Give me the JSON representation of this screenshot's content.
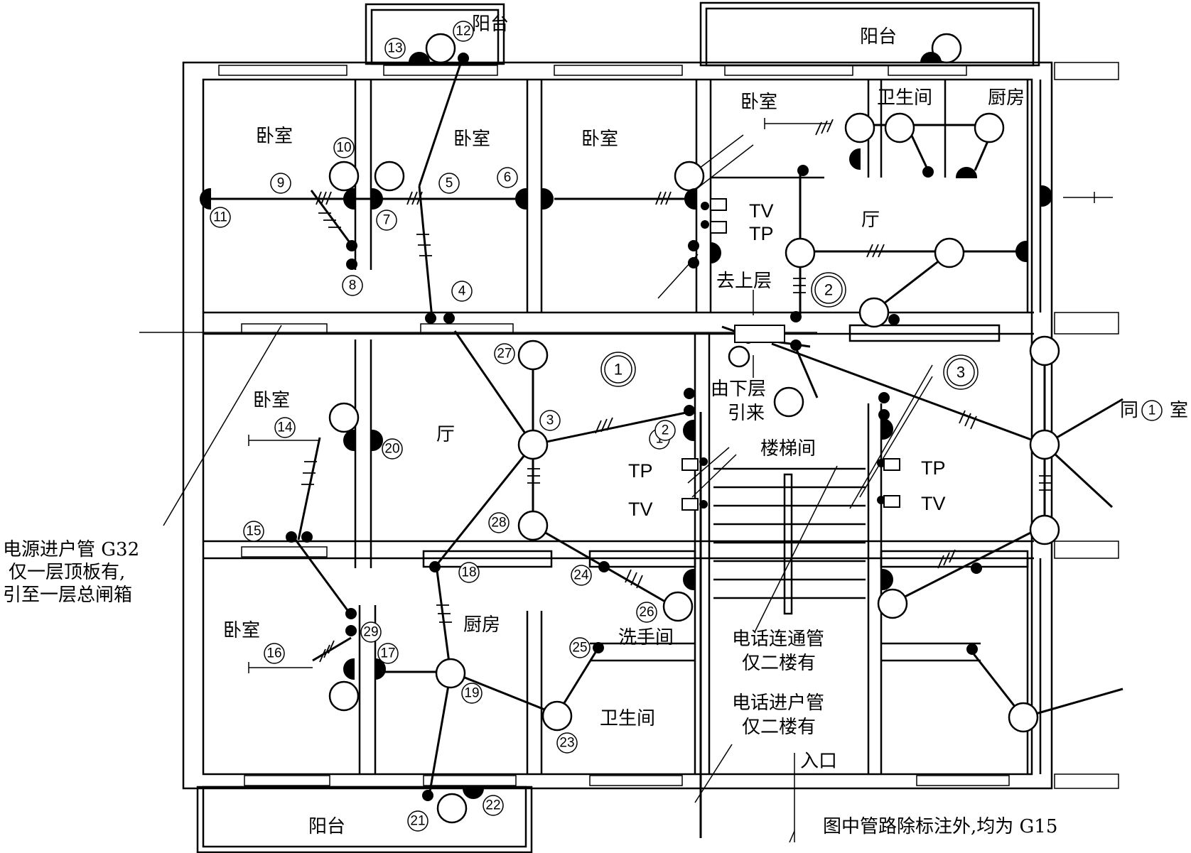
{
  "rooms": {
    "balcony_top_left": "阳台",
    "balcony_top_right": "阳台",
    "balcony_bottom": "阳台",
    "bedroom_1": "卧室",
    "bedroom_2": "卧室",
    "bedroom_3": "卧室",
    "bedroom_4": "卧室",
    "bedroom_5": "卧室",
    "bedroom_6": "卧室",
    "hall_left": "厅",
    "hall_right": "厅",
    "kitchen_left": "厨房",
    "kitchen_right": "厨房",
    "washroom_small": "洗手间",
    "bathroom_left": "卫生间",
    "bathroom_right": "卫生间",
    "stairwell": "楼梯间",
    "same_as_room1": "同",
    "same_as_room1_end": "室"
  },
  "labels": {
    "to_upper_floor": "去上层",
    "from_lower_floor_1": "由下层",
    "from_lower_floor_2": "引来",
    "entrance": "入口",
    "power_pipe_1": "电源进户管 G32",
    "power_pipe_2": "仅一层顶板有,",
    "power_pipe_3": "引至一层总闸箱",
    "phone_link_1": "电话连通管",
    "phone_link_2": "仅二楼有",
    "phone_entry_1": "电话进户管",
    "phone_entry_2": "仅二楼有",
    "note": "图中管路除标注外,均为 G15",
    "tv": "TV",
    "tp": "TP"
  },
  "unit_numbers": [
    "1",
    "2",
    "3"
  ],
  "outlet_numbers": [
    "1",
    "2",
    "3",
    "4",
    "5",
    "6",
    "7",
    "8",
    "9",
    "10",
    "11",
    "12",
    "13",
    "14",
    "15",
    "16",
    "17",
    "18",
    "19",
    "20",
    "21",
    "22",
    "23",
    "24",
    "25",
    "26",
    "27",
    "28",
    "29"
  ]
}
